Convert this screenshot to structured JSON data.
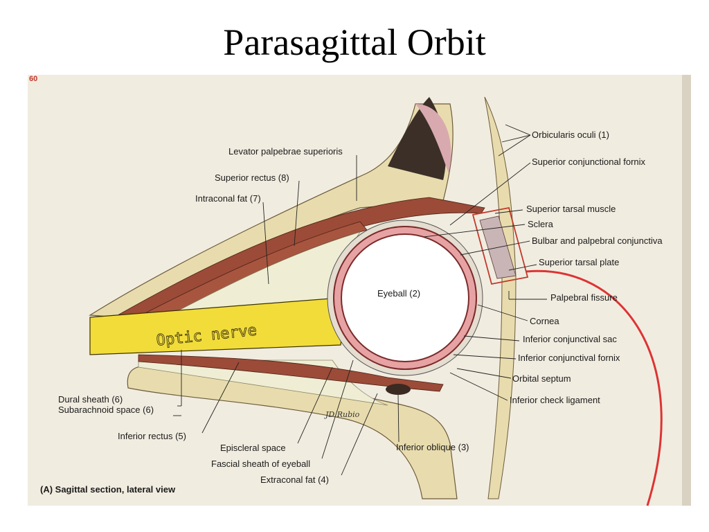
{
  "title": "Parasagittal Orbit",
  "caption": "(A) Sagittal section, lateral view",
  "page_marker": "60",
  "artist_signature": "JD Rubio",
  "labels": {
    "levator": "Levator palpebrae superioris",
    "superior_rectus": "Superior rectus (8)",
    "intraconal_fat": "Intraconal fat (7)",
    "orbicularis": "Orbicularis oculi (1)",
    "sup_conj_fornix": "Superior conjunctional fornix",
    "sup_tarsal_muscle": "Superior tarsal muscle",
    "sclera": "Sclera",
    "bulbar_palpebral": "Bulbar and palpebral conjunctiva",
    "sup_tarsal_plate": "Superior tarsal plate",
    "palpebral_fissure": "Palpebral fissure",
    "eyeball": "Eyeball (2)",
    "cornea": "Cornea",
    "inf_conj_sac": "Inferior conjunctival sac",
    "inf_conj_fornix": "Inferior conjunctival fornix",
    "orbital_septum": "Orbital septum",
    "inf_check_lig": "Inferior check ligament",
    "optic_nerve": "Optic nerve",
    "dural_sheath": "Dural sheath (6)",
    "subarachnoid": "Subarachnoid space (6)",
    "inferior_rectus": "Inferior rectus (5)",
    "episcleral": "Episcleral space",
    "fascial_sheath": "Fascial sheath of eyeball",
    "extraconal_fat": "Extraconal fat (4)",
    "inferior_oblique": "Inferior oblique (3)"
  },
  "colors": {
    "paper": "#f1ece0",
    "bone": "#e8dcae",
    "fat": "#efeed4",
    "muscle": "#9b4b38",
    "nerve": "#f2dc3a",
    "sclera_ring": "#c46b6b",
    "highlight_box": "#c0392b"
  }
}
